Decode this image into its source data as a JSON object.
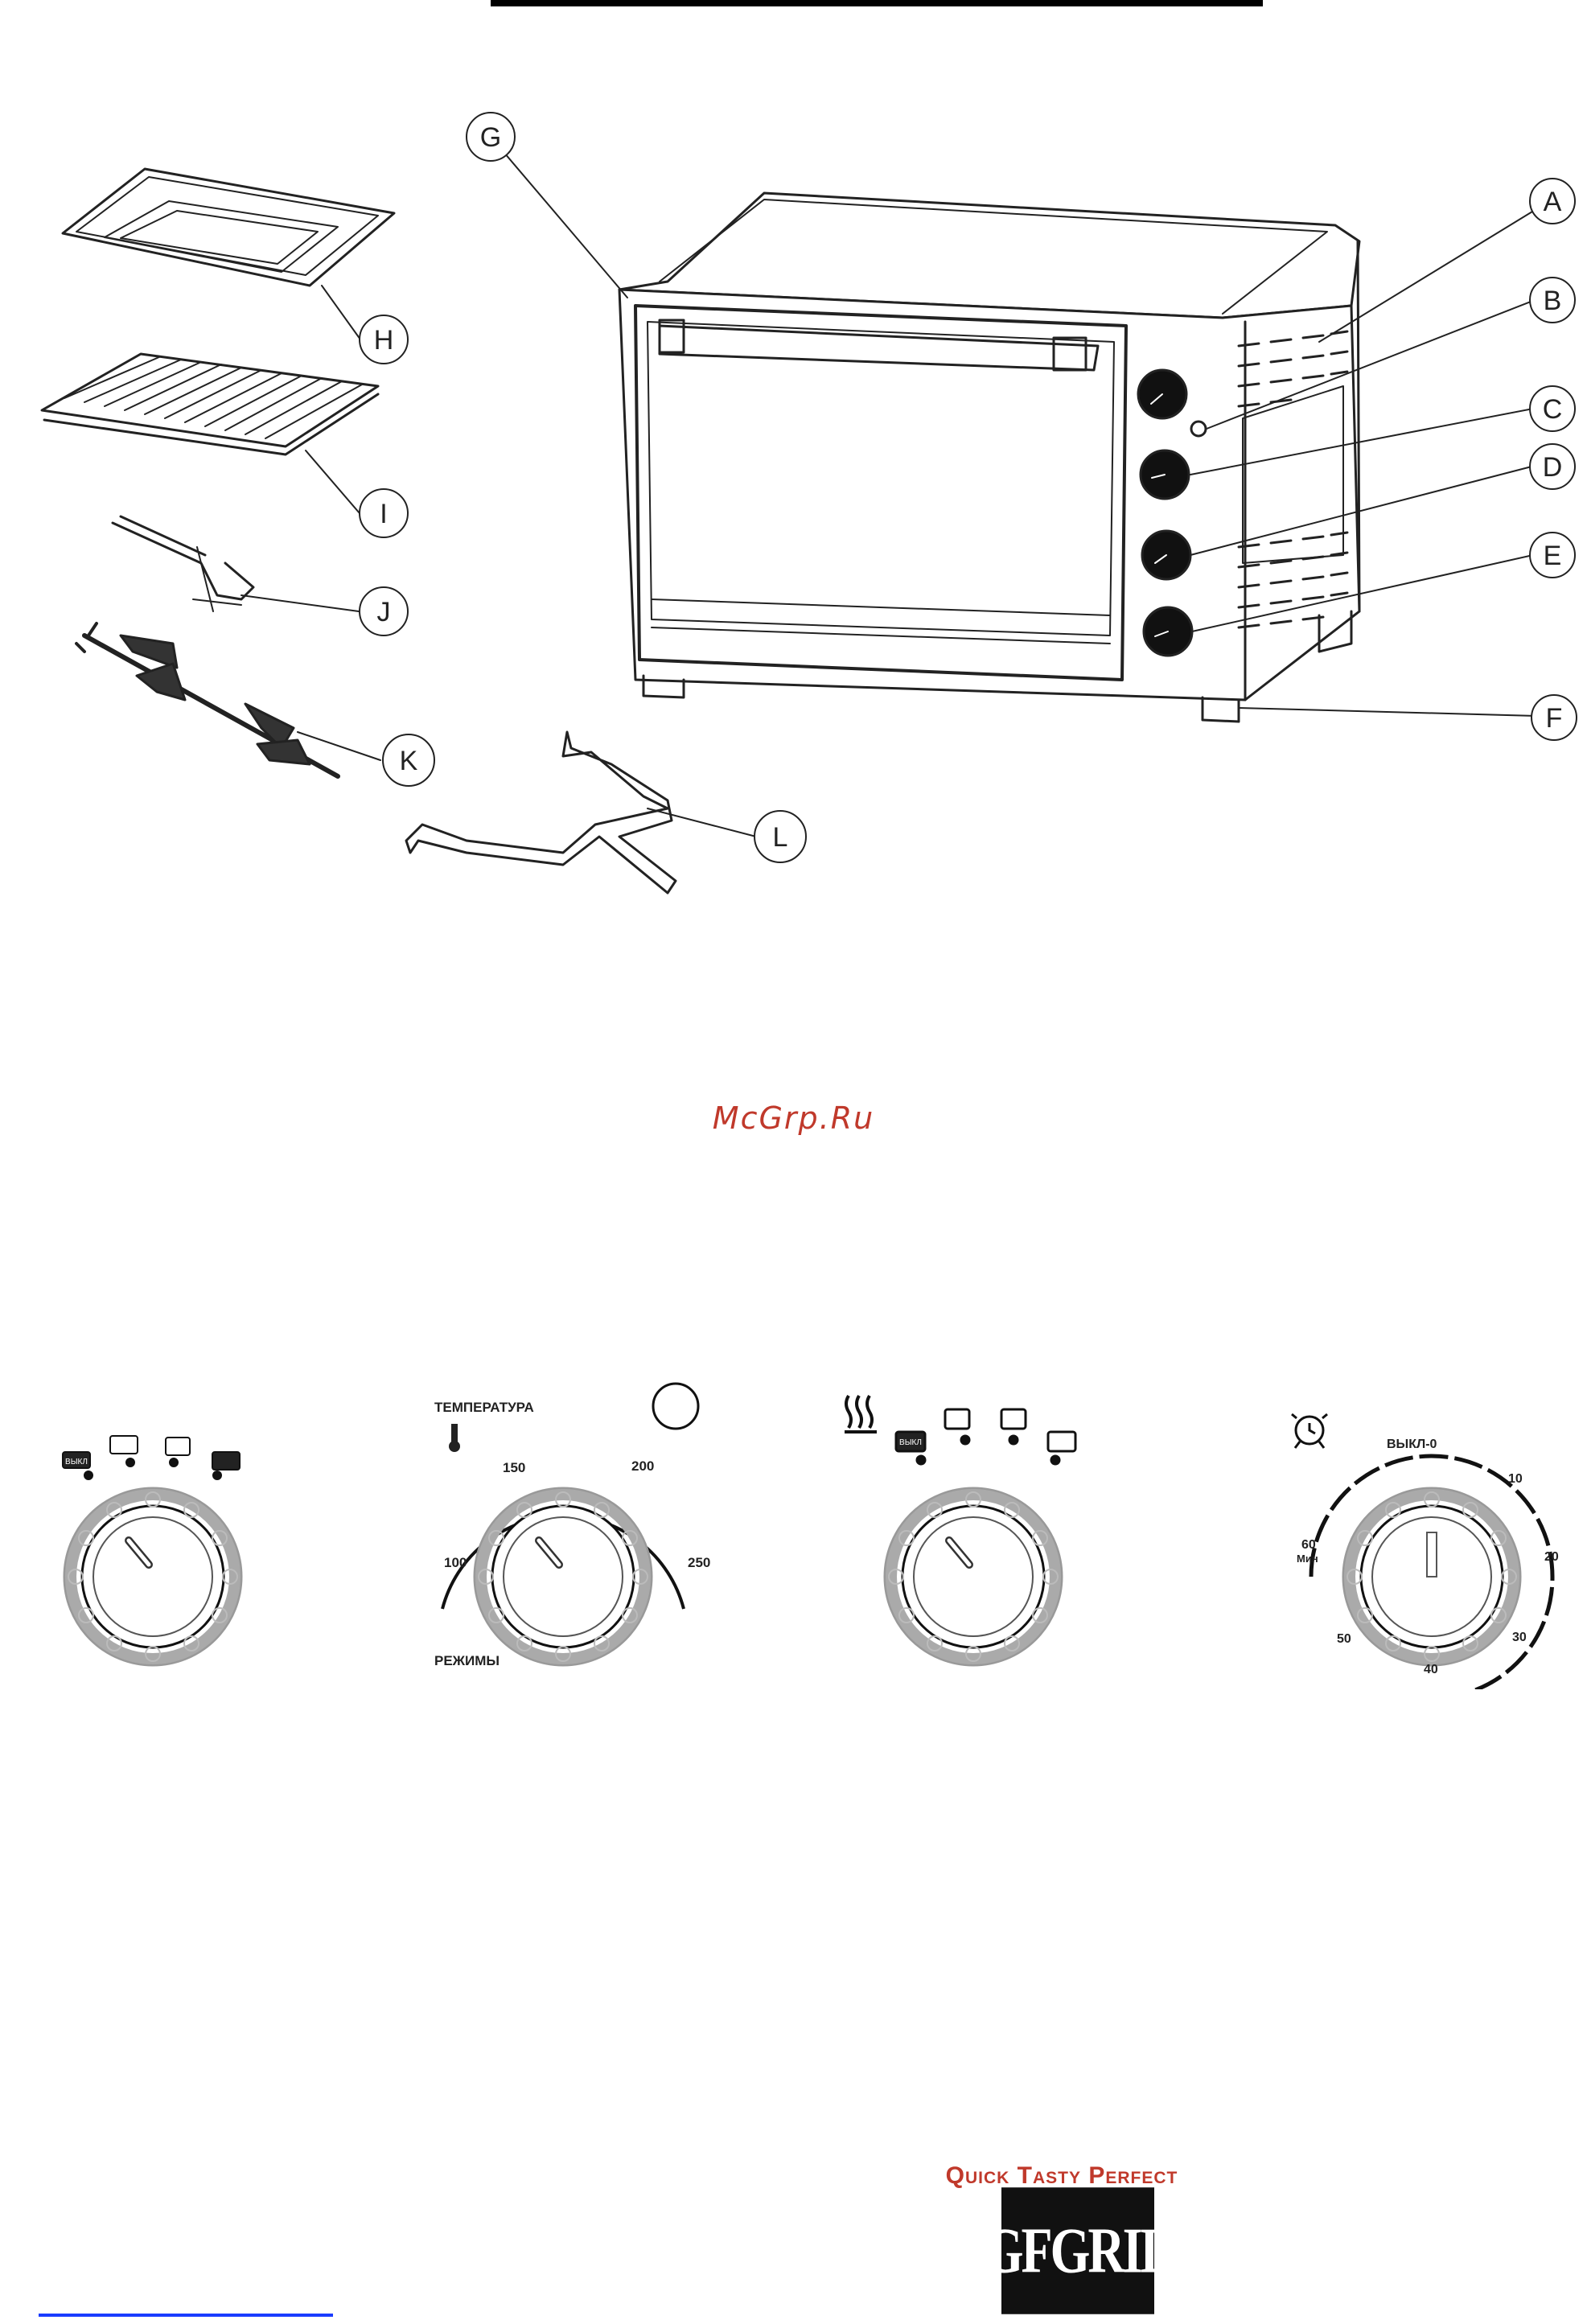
{
  "callouts": {
    "a": "A",
    "b": "B",
    "c": "C",
    "d": "D",
    "e": "E",
    "f": "F",
    "g": "G",
    "h": "H",
    "i": "I",
    "j": "J",
    "k": "K",
    "l": "L"
  },
  "watermark": "McGrp.Ru",
  "dials": {
    "function": {
      "icons": [
        "off-mode-icon",
        "two-heaters-icon",
        "fan-icon",
        "rotisserie-icon"
      ],
      "off_label": "ВЫКЛ"
    },
    "temperature": {
      "title": "ТЕМПЕРАТУРА",
      "ticks": [
        "100",
        "150",
        "200",
        "250"
      ],
      "modes_label": "РЕЖИМЫ"
    },
    "heater": {
      "icons": [
        "off-mode-icon",
        "top-heater-icon",
        "bottom-heater-icon",
        "top-bottom-heater-icon"
      ],
      "off_label": "ВЫКЛ"
    },
    "timer": {
      "ticks": [
        "ВЫКЛ-0",
        "10",
        "20",
        "30",
        "40",
        "50",
        "60"
      ],
      "unit": "Мин"
    }
  },
  "brand": {
    "tagline": "Quick Tasty Perfect",
    "logo": "GFGRIL"
  },
  "colors": {
    "brand_red": "#c0392b",
    "link_blue": "#1a3cff"
  }
}
